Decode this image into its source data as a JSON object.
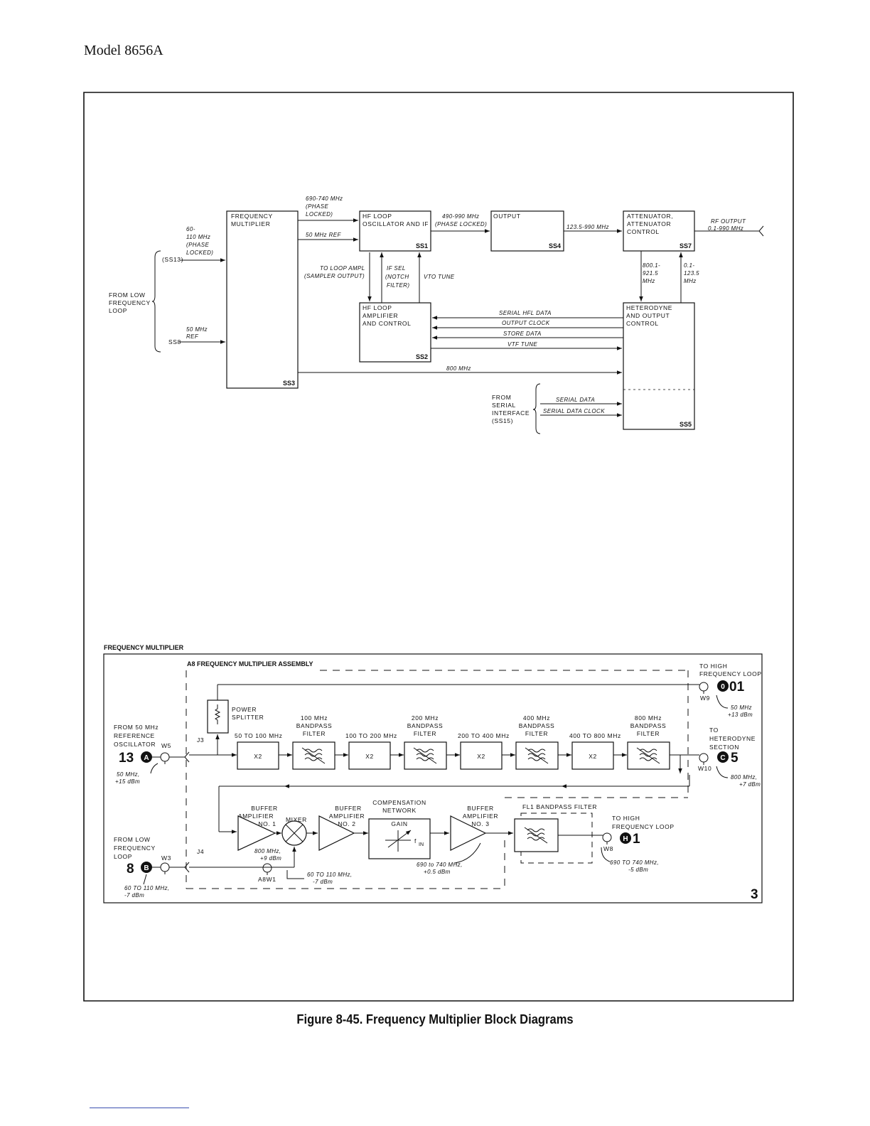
{
  "page": {
    "header": "Model 8656A",
    "caption": "Figure 8-45. Frequency Multiplier Block Diagrams"
  },
  "top": {
    "freq_mult": [
      "FREQUENCY",
      "MULTIPLIER"
    ],
    "freq_mult_id": "SS3",
    "hf_osc": [
      "HF LOOP",
      "OSCILLATOR AND IF"
    ],
    "hf_osc_id": "SS1",
    "output": "OUTPUT",
    "output_id": "SS4",
    "attenuator": [
      "ATTENUATOR,",
      "ATTENUATOR",
      "CONTROL"
    ],
    "attenuator_id": "SS7",
    "hf_amp": [
      "HF LOOP",
      "AMPLIFIER",
      "AND CONTROL"
    ],
    "hf_amp_id": "SS2",
    "heterodyne": [
      "HETERODYNE",
      "AND OUTPUT",
      "CONTROL"
    ],
    "heterodyne_id": "SS5",
    "lbl_690": [
      "690-740 MHz",
      "(PHASE",
      "LOCKED)"
    ],
    "lbl_50ref": "50 MHz REF",
    "lbl_60": [
      "60-",
      "110 MHz",
      "(PHASE",
      "LOCKED)"
    ],
    "ss13": "(SS13)",
    "from_low": [
      "FROM LOW",
      "FREQUENCY",
      "LOOP"
    ],
    "ss8": "SS8",
    "lbl_50ref2": [
      "50 MHz",
      "REF"
    ],
    "lbl_490": [
      "490-990 MHz",
      "(PHASE LOCKED)"
    ],
    "lbl_123": "123.5-990 MHz",
    "rf_output": [
      "RF OUTPUT",
      "0.1-990 MHz"
    ],
    "to_loop": [
      "TO LOOP AMPL",
      "(SAMPLER OUTPUT)"
    ],
    "if_sel": [
      "IF SEL",
      "(NOTCH",
      "FILTER)"
    ],
    "vto_tune": "VTO TUNE",
    "lbl_800a": [
      "800.1-",
      "921.5",
      "MHz"
    ],
    "lbl_01": [
      "0.1-",
      "123.5",
      "MHz"
    ],
    "serial_hfl": "SERIAL HFL DATA",
    "output_clock": "OUTPUT CLOCK",
    "store_data": "STORE DATA",
    "vtf_tune": "VTF TUNE",
    "lbl_800": "800 MHz",
    "from_serial": [
      "FROM",
      "SERIAL",
      "INTERFACE",
      "(SS15)"
    ],
    "serial_data": "SERIAL DATA",
    "serial_clock": "SERIAL DATA CLOCK"
  },
  "bottom": {
    "section_title": "FREQUENCY MULTIPLIER",
    "assembly": "A8 FREQUENCY MULTIPLIER ASSEMBLY",
    "to_high_top": [
      "TO HIGH",
      "FREQUENCY  LOOP"
    ],
    "w9": "W9",
    "ref_01": "01",
    "lbl_50_13": [
      "50 MHz",
      "+13 dBm"
    ],
    "power_splitter": [
      "POWER",
      "SPLITTER"
    ],
    "from_50": [
      "FROM 50 MHz",
      "REFERENCE",
      "OSCILLATOR"
    ],
    "w5": "W5",
    "ref_13": "13",
    "circle_a": "A",
    "lbl_50_15": [
      "50 MHz,",
      "+15 dBm"
    ],
    "j3": "J3",
    "r50_100": "50 TO 100 MHz",
    "x2": "X2",
    "bp100": [
      "100 MHz",
      "BANDPASS",
      "FILTER"
    ],
    "r100_200": "100 TO 200 MHz",
    "bp200": [
      "200 MHz",
      "BANDPASS",
      "FILTER"
    ],
    "r200_400": "200 TO 400 MHz",
    "bp400": [
      "400 MHz",
      "BANDPASS",
      "FILTER"
    ],
    "r400_800": "400 TO 800 MHz",
    "bp800": [
      "800 MHz",
      "BANDPASS",
      "FILTER"
    ],
    "to_het": [
      "TO",
      "HETERODYNE",
      "SECTION"
    ],
    "w10": "W10",
    "circle_c": "C",
    "ref_5": "5",
    "lbl_800_7": [
      "800 MHz,",
      "+7 dBm"
    ],
    "buf1": [
      "BUFFER",
      "AMPLIFIER",
      "NO. 1"
    ],
    "mixer": "MIXER",
    "buf2": [
      "BUFFER",
      "AMPLIFIER",
      "NO. 2"
    ],
    "comp_net": [
      "COMPENSATION",
      "NETWORK"
    ],
    "gain": "GAIN",
    "fin": "f",
    "fin_sub": "IN",
    "buf3": [
      "BUFFER",
      "AMPLIFIER",
      "NO. 3"
    ],
    "fl1": "FL1 BANDPASS FILTER",
    "to_high_bot": [
      "TO HIGH",
      "FREQUENCY LOOP"
    ],
    "w8": "W8",
    "circle_h": "H",
    "ref_1": "1",
    "lbl_690_5": [
      "690 TO 740 MHz,",
      "-5 dBm"
    ],
    "from_low_b": [
      "FROM LOW",
      "FREQUENCY",
      "LOOP"
    ],
    "w3": "W3",
    "j4": "J4",
    "ref_8": "8",
    "circle_b": "B",
    "lbl_60_7": [
      "60 TO 110 MHz,",
      "-7 dBm"
    ],
    "lbl_800_9": [
      "800 MHz,",
      "+9 dBm"
    ],
    "a8w1": "A8W1",
    "lbl_60_7b": [
      "60 TO 110 MHz,",
      "-7 dBm"
    ],
    "lbl_690_05": [
      "690 to 740 MHz,",
      "+0.5 dBm"
    ],
    "sheet_no": "3"
  }
}
